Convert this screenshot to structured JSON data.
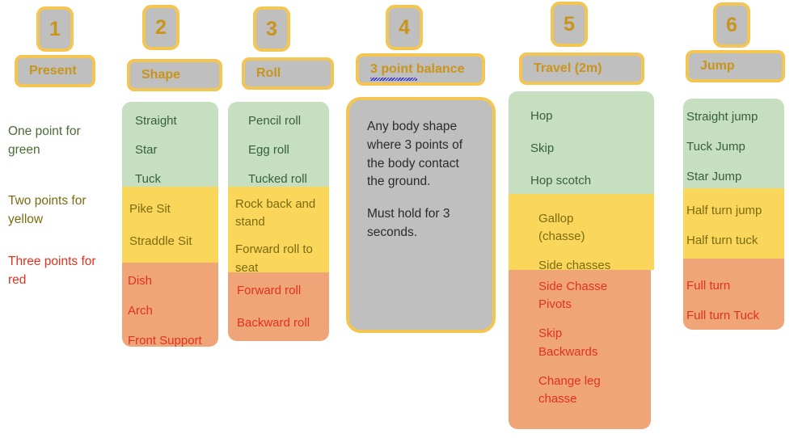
{
  "page": {
    "title": "Gymnastics skills progression chart",
    "background": "#ffffff"
  },
  "colors": {
    "green_fill": "#C5DFC0",
    "yellow_fill": "#FAD75B",
    "red_fill": "#F0A578",
    "grey_fill": "#BFBFBF",
    "gold_border": "#F3C653",
    "gold_text": "#C9941A",
    "green_text": "#37603A",
    "yellow_text": "#7B6A10",
    "red_text": "#E0321E"
  },
  "legend": [
    {
      "text": "One point for green",
      "color": "#4A6B33",
      "level": "green"
    },
    {
      "text": "Two points for yellow",
      "color": "#7B6A10",
      "level": "yellow"
    },
    {
      "text": "Three points for red",
      "color": "#E0321E",
      "level": "red"
    }
  ],
  "columns": [
    {
      "number": "1",
      "title": "Present",
      "spellcheck": false,
      "green": [],
      "yellow": [],
      "red": []
    },
    {
      "number": "2",
      "title": "Shape",
      "spellcheck": false,
      "green": [
        "Straight",
        "Star",
        "Tuck"
      ],
      "yellow": [
        "Pike Sit",
        "Straddle Sit"
      ],
      "red": [
        "Dish",
        "Arch",
        "Front Support"
      ]
    },
    {
      "number": "3",
      "title": "Roll",
      "spellcheck": false,
      "green": [
        "Pencil roll",
        "Egg roll",
        "Tucked roll"
      ],
      "yellow": [
        "Rock back and stand",
        "Forward roll to seat"
      ],
      "red": [
        "Forward roll",
        "Backward roll"
      ]
    },
    {
      "number": "4",
      "title": "3 point balance",
      "spellcheck": true,
      "description": [
        "Any body shape where 3 points of the body contact the ground.",
        "Must hold for 3 seconds."
      ]
    },
    {
      "number": "5",
      "title": "Travel (2m)",
      "spellcheck": false,
      "green": [
        "Hop",
        "Skip",
        "Hop scotch"
      ],
      "yellow": [
        "Gallop (chasse)",
        "Side chasses"
      ],
      "red": [
        "Side Chasse Pivots",
        "Skip Backwards",
        "Change leg chasse"
      ]
    },
    {
      "number": "6",
      "title": "Jump",
      "spellcheck": false,
      "green": [
        "Straight jump",
        "Tuck Jump",
        "Star Jump"
      ],
      "yellow": [
        "Half turn jump",
        "Half turn tuck"
      ],
      "red": [
        "Full turn",
        "Full turn Tuck"
      ]
    }
  ]
}
